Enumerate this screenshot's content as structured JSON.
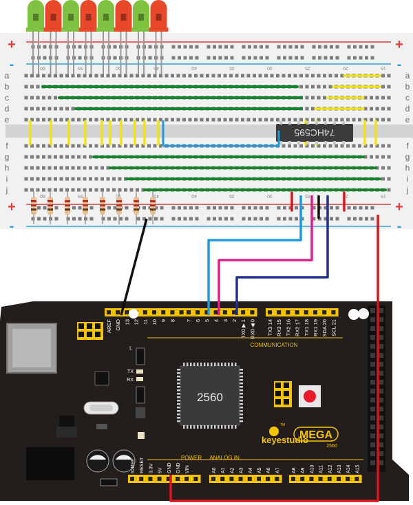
{
  "breadboard": {
    "plus": "+",
    "minus": "-",
    "row_letters_top": [
      "a",
      "b",
      "c",
      "d",
      "e"
    ],
    "row_letters_bottom": [
      "f",
      "g",
      "h",
      "i",
      "j"
    ],
    "column_numbers": [
      "60",
      "55",
      "50",
      "45",
      "40",
      "35",
      "30",
      "25",
      "20",
      "15"
    ]
  },
  "chip": {
    "label": "74HC595"
  },
  "board": {
    "mcu_label": "2560",
    "brand": "keyestudio",
    "model": "MEGA",
    "model_sub": "2560",
    "tm": "TM",
    "top_header_labels": [
      "AREF",
      "GND",
      "13",
      "12",
      "11",
      "10",
      "9",
      "8"
    ],
    "pwm_header_labels": [
      "7",
      "6",
      "5",
      "4",
      "3",
      "2",
      "TX0 ▶ 1",
      "RX0 ◀ 0"
    ],
    "comm_header_labels": [
      "TX3 14",
      "RX3 15",
      "TX2 16",
      "RX2 17",
      "TX1 18",
      "RX1 19",
      "SDA 20",
      "SCL 21"
    ],
    "communication_label": "COMMUNICATION",
    "power_label": "POWER",
    "power_pins": [
      "IOREF",
      "RESET",
      "3.3V",
      "5V",
      "GND",
      "GND",
      "VIN"
    ],
    "analog_label": "ANALOG IN",
    "analog_pins": [
      "A0",
      "A1",
      "A2",
      "A3",
      "A4",
      "A5",
      "A6",
      "A7",
      "A8",
      "A9",
      "A10",
      "A11",
      "A12",
      "A13",
      "A14",
      "A15"
    ],
    "led_labels": [
      "L",
      "TX",
      "RX"
    ]
  },
  "colors": {
    "led_green": "#7fc241",
    "led_red": "#e8492b",
    "wire_blue": "#1e9be0",
    "wire_magenta": "#e0218a",
    "wire_navy": "#20308c",
    "wire_red": "#d9141c",
    "wire_black": "#111111",
    "jumper_green": "#12852d",
    "jumper_yellow": "#f2e21a",
    "rail_red": "#e53a3a",
    "rail_blue": "#2aa3dc",
    "board": "#231e1c",
    "header": "#f5c400"
  }
}
